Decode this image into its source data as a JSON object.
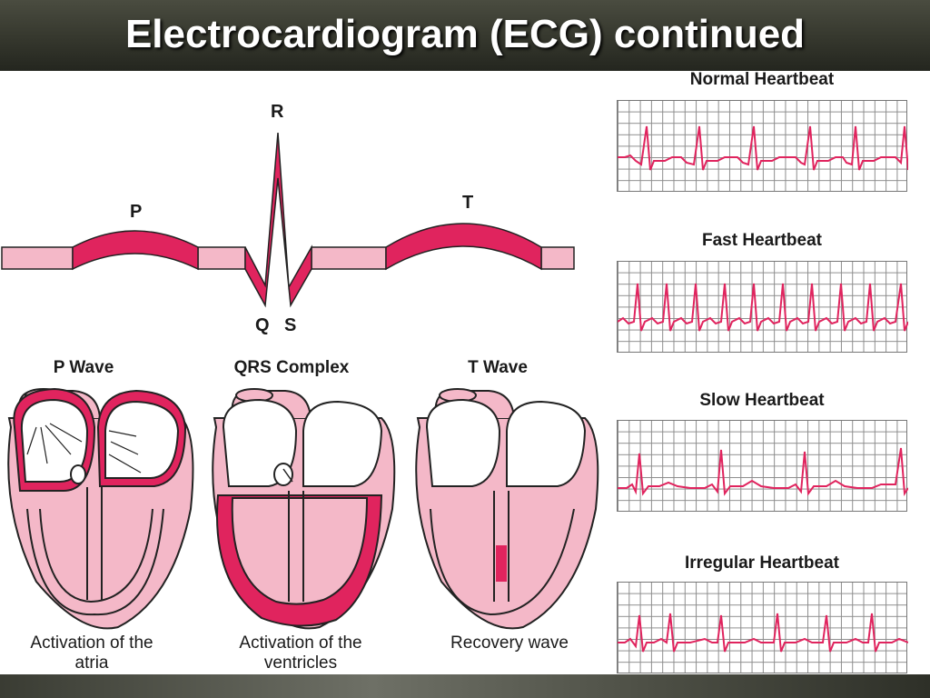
{
  "slide": {
    "title": "Electrocardiogram (ECG) continued"
  },
  "waveform": {
    "labels": {
      "p": "P",
      "r": "R",
      "t": "T",
      "q": "Q",
      "s": "S"
    }
  },
  "stages": [
    {
      "title": "P Wave",
      "caption_line1": "Activation of the",
      "caption_line2": "atria"
    },
    {
      "title": "QRS Complex",
      "caption_line1": "Activation of the",
      "caption_line2": "ventricles"
    },
    {
      "title": "T Wave",
      "caption_line1": "Recovery wave",
      "caption_line2": ""
    }
  ],
  "strips": [
    {
      "title": "Normal Heartbeat"
    },
    {
      "title": "Fast Heartbeat"
    },
    {
      "title": "Slow Heartbeat"
    },
    {
      "title": "Irregular Heartbeat"
    }
  ],
  "colors": {
    "accent": "#e0245e",
    "pink": "#f4b8c8",
    "outline": "#1a1a1a"
  }
}
